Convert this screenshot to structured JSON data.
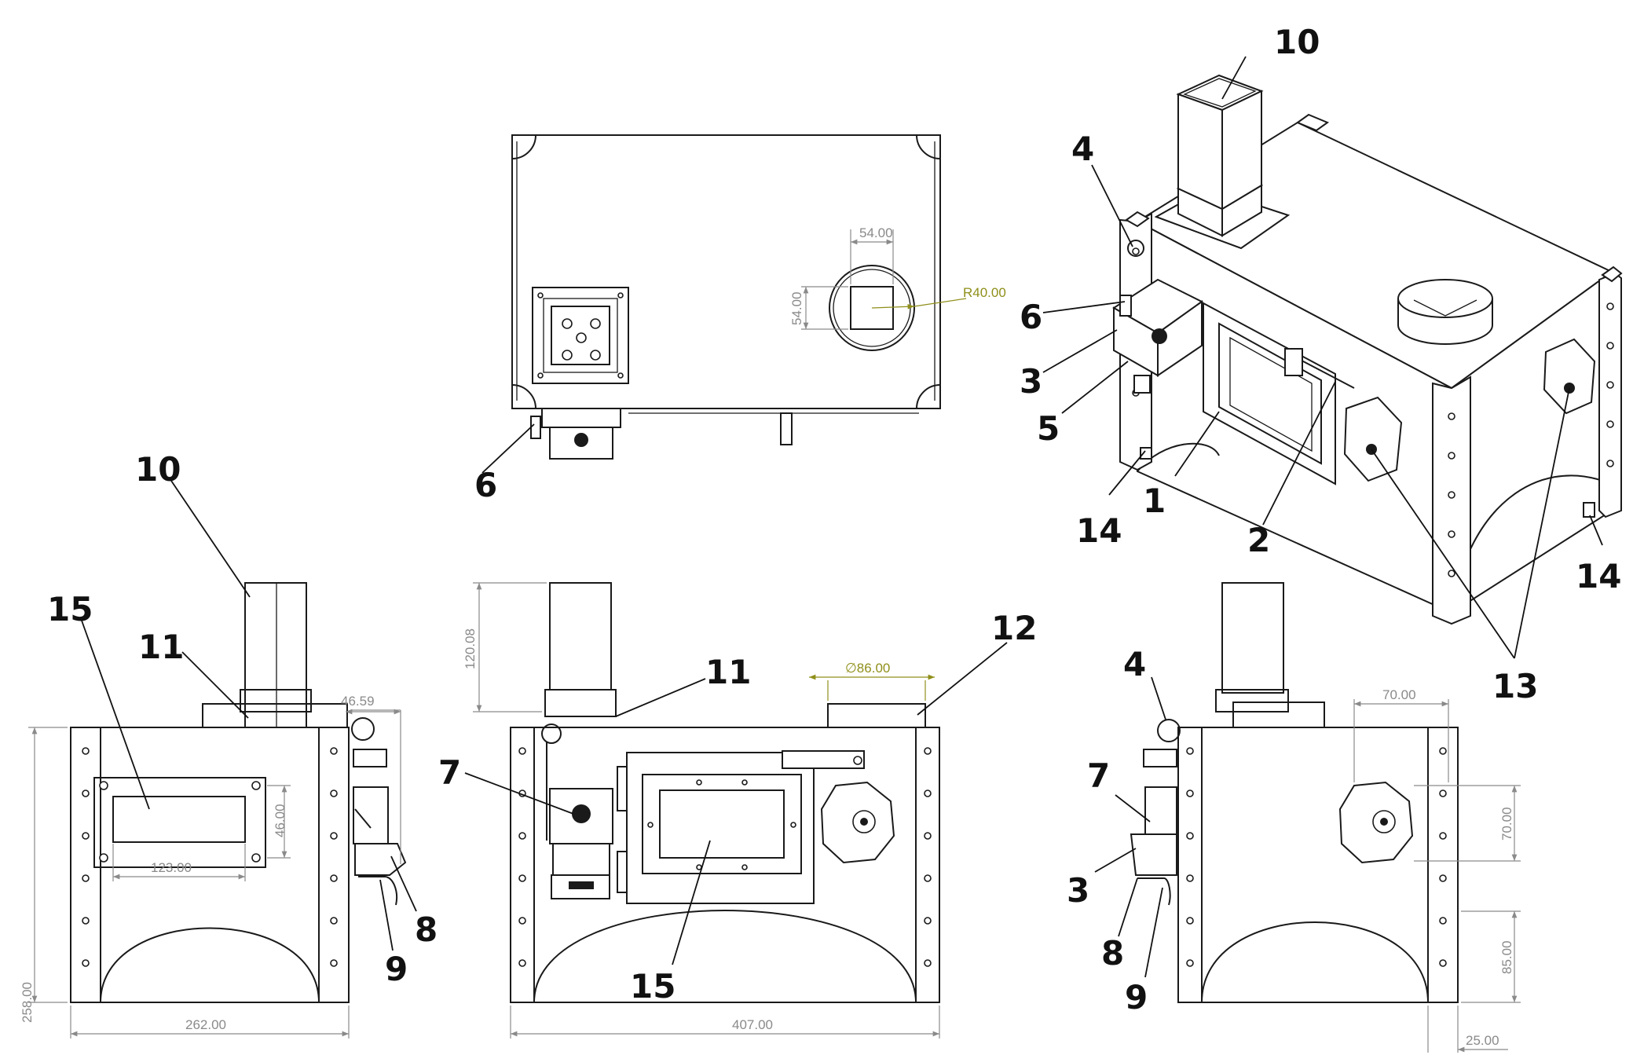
{
  "colors": {
    "line": "#1a1a1a",
    "dimension": "#8a8a8a",
    "dimension_highlight": "#8f8f1a",
    "background": "#ffffff"
  },
  "callouts": {
    "iso": {
      "c10": "10",
      "c4": "4",
      "c6": "6",
      "c3": "3",
      "c5": "5",
      "c14a": "14",
      "c1": "1",
      "c2": "2",
      "c14b": "14",
      "c13": "13"
    },
    "top": {
      "c6": "6"
    },
    "left": {
      "c10": "10",
      "c15": "15",
      "c11": "11",
      "c8": "8",
      "c9": "9"
    },
    "front": {
      "c7": "7",
      "c11": "11",
      "c12": "12",
      "c15": "15"
    },
    "right": {
      "c4": "4",
      "c7": "7",
      "c3": "3",
      "c8": "8",
      "c9": "9"
    }
  },
  "dimensions": {
    "top": {
      "w54": "54.00",
      "h54": "54.00",
      "r40": "R40.00"
    },
    "left": {
      "d4659": "46.59",
      "d4600": "46.00",
      "d12300": "123.00",
      "d25800": "258.00",
      "d26200": "262.00"
    },
    "front": {
      "d12008": "120.08",
      "d8600": "∅86.00",
      "d40700": "407.00"
    },
    "right": {
      "d7000w": "70.00",
      "d7000h": "70.00",
      "d8500": "85.00",
      "d2500": "25.00"
    }
  }
}
